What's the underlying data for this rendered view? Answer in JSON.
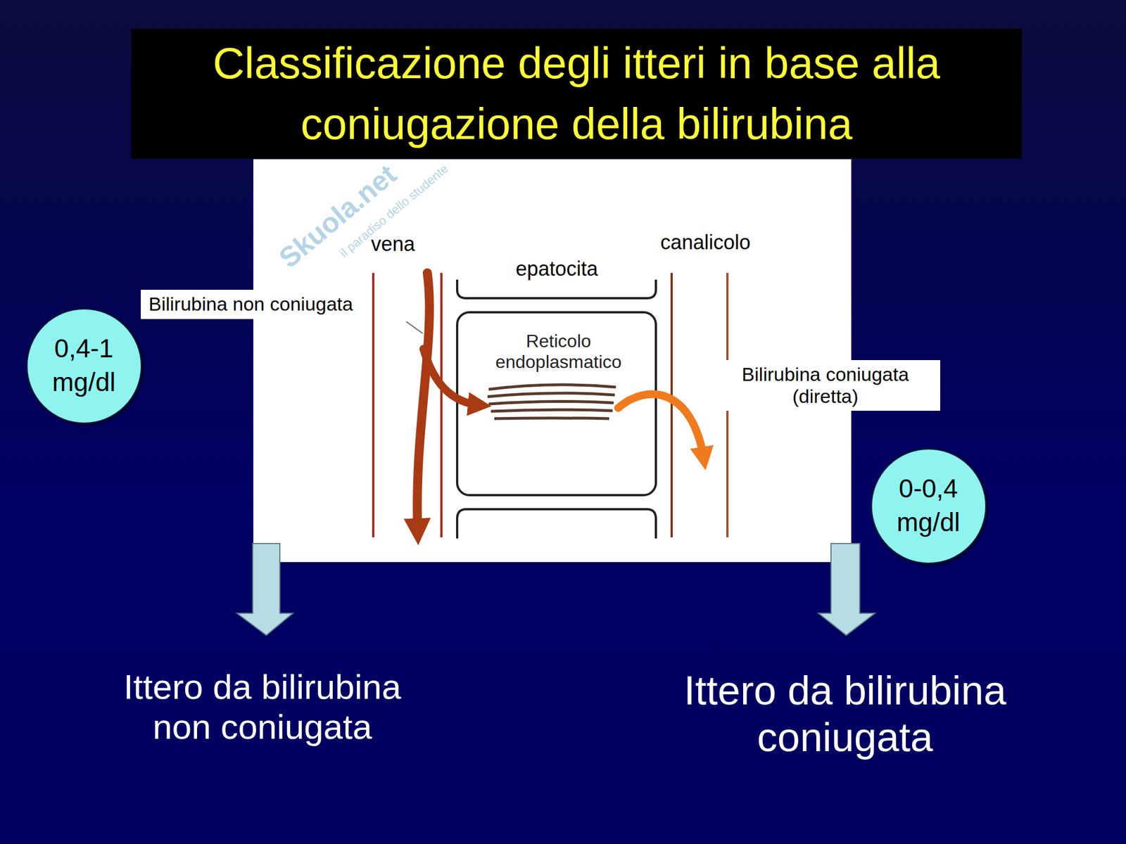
{
  "diagram": {
    "title": "Classificazione degli itteri in base alla coniugazione della bilirubina",
    "nodes": [
      {
        "text": [
          "0,4-1 mg/dl"
        ]
      },
      {
        "text": [
          "0-0,4 mg/dl"
        ]
      }
    ],
    "labels": [
      "Skuola.net",
      "il paradiso dello studente",
      "vena",
      "epatocita",
      "canalicolo",
      "Bilirubina non coniugata",
      "Reticolo endoplasmatico",
      "Bilirubina coniugata (diretta)",
      "Ittero da bilirubina non coniugata",
      "Ittero da bilirubina coniugata"
    ]
  }
}
